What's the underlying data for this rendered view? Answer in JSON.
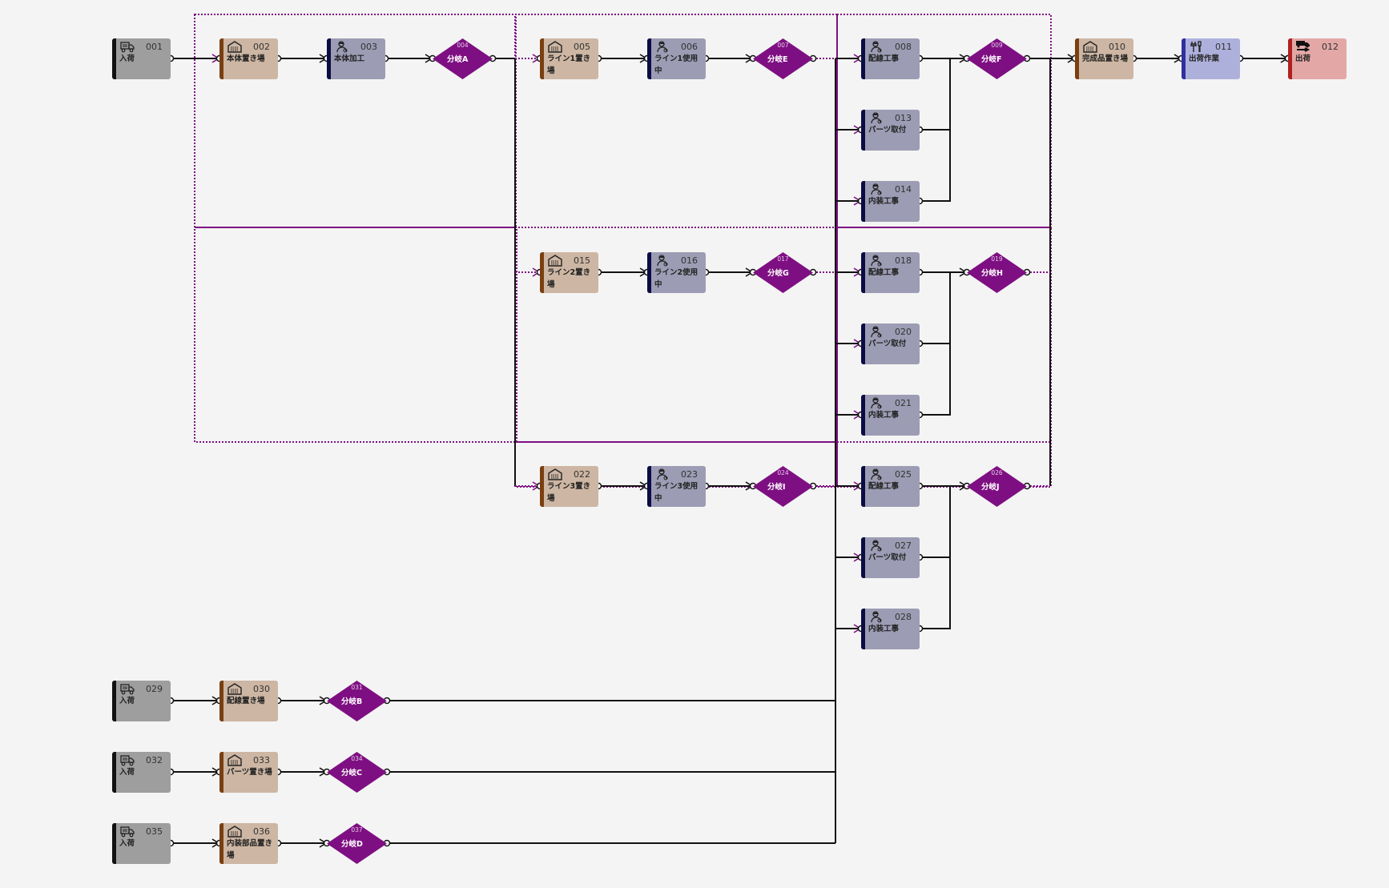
{
  "colors": {
    "background": "#f4f4f4",
    "branch": "#7e0f82",
    "group_border": "#7e0f82",
    "edge": "#111111",
    "types": {
      "receive": {
        "fill": "#9e9e9e",
        "bar": "#111111"
      },
      "storage": {
        "fill": "#cdb6a3",
        "bar": "#7a3f10"
      },
      "work": {
        "fill": "#9c9cb4",
        "bar": "#0c0c44"
      },
      "ship_work": {
        "fill": "#aeb0dc",
        "bar": "#3030a0"
      },
      "ship": {
        "fill": "#e3a8a6",
        "bar": "#b02020"
      }
    }
  },
  "icons": {
    "receive": "truck-icon",
    "storage": "warehouse-icon",
    "work": "worker-icon",
    "ship_work": "tools-icon",
    "ship": "shipping-truck-icon"
  },
  "nodes": [
    {
      "id": "001",
      "type": "receive",
      "label": "入荷"
    },
    {
      "id": "002",
      "type": "storage",
      "label": "本体置き場"
    },
    {
      "id": "003",
      "type": "work",
      "label": "本体加工"
    },
    {
      "id": "004",
      "type": "branch",
      "label": "分岐A"
    },
    {
      "id": "005",
      "type": "storage",
      "label": "ライン1置き場"
    },
    {
      "id": "006",
      "type": "work",
      "label": "ライン1使用中"
    },
    {
      "id": "007",
      "type": "branch",
      "label": "分岐E"
    },
    {
      "id": "008",
      "type": "work",
      "label": "配線工事"
    },
    {
      "id": "009",
      "type": "branch",
      "label": "分岐F"
    },
    {
      "id": "010",
      "type": "storage",
      "label": "完成品置き場"
    },
    {
      "id": "011",
      "type": "ship_work",
      "label": "出荷作業"
    },
    {
      "id": "012",
      "type": "ship",
      "label": "出荷"
    },
    {
      "id": "013",
      "type": "work",
      "label": "パーツ取付"
    },
    {
      "id": "014",
      "type": "work",
      "label": "内装工事"
    },
    {
      "id": "015",
      "type": "storage",
      "label": "ライン2置き場"
    },
    {
      "id": "016",
      "type": "work",
      "label": "ライン2使用中"
    },
    {
      "id": "017",
      "type": "branch",
      "label": "分岐G"
    },
    {
      "id": "018",
      "type": "work",
      "label": "配線工事"
    },
    {
      "id": "019",
      "type": "branch",
      "label": "分岐H"
    },
    {
      "id": "020",
      "type": "work",
      "label": "パーツ取付"
    },
    {
      "id": "021",
      "type": "work",
      "label": "内装工事"
    },
    {
      "id": "022",
      "type": "storage",
      "label": "ライン3置き場"
    },
    {
      "id": "023",
      "type": "work",
      "label": "ライン3使用中"
    },
    {
      "id": "024",
      "type": "branch",
      "label": "分岐I"
    },
    {
      "id": "025",
      "type": "work",
      "label": "配線工事"
    },
    {
      "id": "026",
      "type": "branch",
      "label": "分岐J"
    },
    {
      "id": "027",
      "type": "work",
      "label": "パーツ取付"
    },
    {
      "id": "028",
      "type": "work",
      "label": "内装工事"
    },
    {
      "id": "029",
      "type": "receive",
      "label": "入荷"
    },
    {
      "id": "030",
      "type": "storage",
      "label": "配線置き場"
    },
    {
      "id": "031",
      "type": "branch",
      "label": "分岐B"
    },
    {
      "id": "032",
      "type": "receive",
      "label": "入荷"
    },
    {
      "id": "033",
      "type": "storage",
      "label": "パーツ置き場"
    },
    {
      "id": "034",
      "type": "branch",
      "label": "分岐C"
    },
    {
      "id": "035",
      "type": "receive",
      "label": "入荷"
    },
    {
      "id": "036",
      "type": "storage",
      "label": "内装部品置き場"
    },
    {
      "id": "037",
      "type": "branch",
      "label": "分岐D"
    }
  ],
  "edges": [
    [
      "001",
      "002"
    ],
    [
      "002",
      "003"
    ],
    [
      "003",
      "004"
    ],
    [
      "004",
      "005"
    ],
    [
      "004",
      "015"
    ],
    [
      "004",
      "022"
    ],
    [
      "005",
      "006"
    ],
    [
      "006",
      "007"
    ],
    [
      "007",
      "008"
    ],
    [
      "007",
      "013"
    ],
    [
      "007",
      "014"
    ],
    [
      "008",
      "009"
    ],
    [
      "013",
      "009"
    ],
    [
      "014",
      "009"
    ],
    [
      "009",
      "010"
    ],
    [
      "010",
      "011"
    ],
    [
      "011",
      "012"
    ],
    [
      "015",
      "016"
    ],
    [
      "016",
      "017"
    ],
    [
      "017",
      "018"
    ],
    [
      "017",
      "020"
    ],
    [
      "017",
      "021"
    ],
    [
      "018",
      "019"
    ],
    [
      "020",
      "019"
    ],
    [
      "021",
      "019"
    ],
    [
      "019",
      "010"
    ],
    [
      "022",
      "023"
    ],
    [
      "023",
      "024"
    ],
    [
      "024",
      "025"
    ],
    [
      "024",
      "027"
    ],
    [
      "024",
      "028"
    ],
    [
      "025",
      "026"
    ],
    [
      "027",
      "026"
    ],
    [
      "028",
      "026"
    ],
    [
      "026",
      "010"
    ],
    [
      "029",
      "030"
    ],
    [
      "030",
      "031"
    ],
    [
      "032",
      "033"
    ],
    [
      "033",
      "034"
    ],
    [
      "035",
      "036"
    ],
    [
      "036",
      "037"
    ],
    [
      "031",
      "008"
    ],
    [
      "034",
      "013"
    ],
    [
      "037",
      "014"
    ]
  ]
}
